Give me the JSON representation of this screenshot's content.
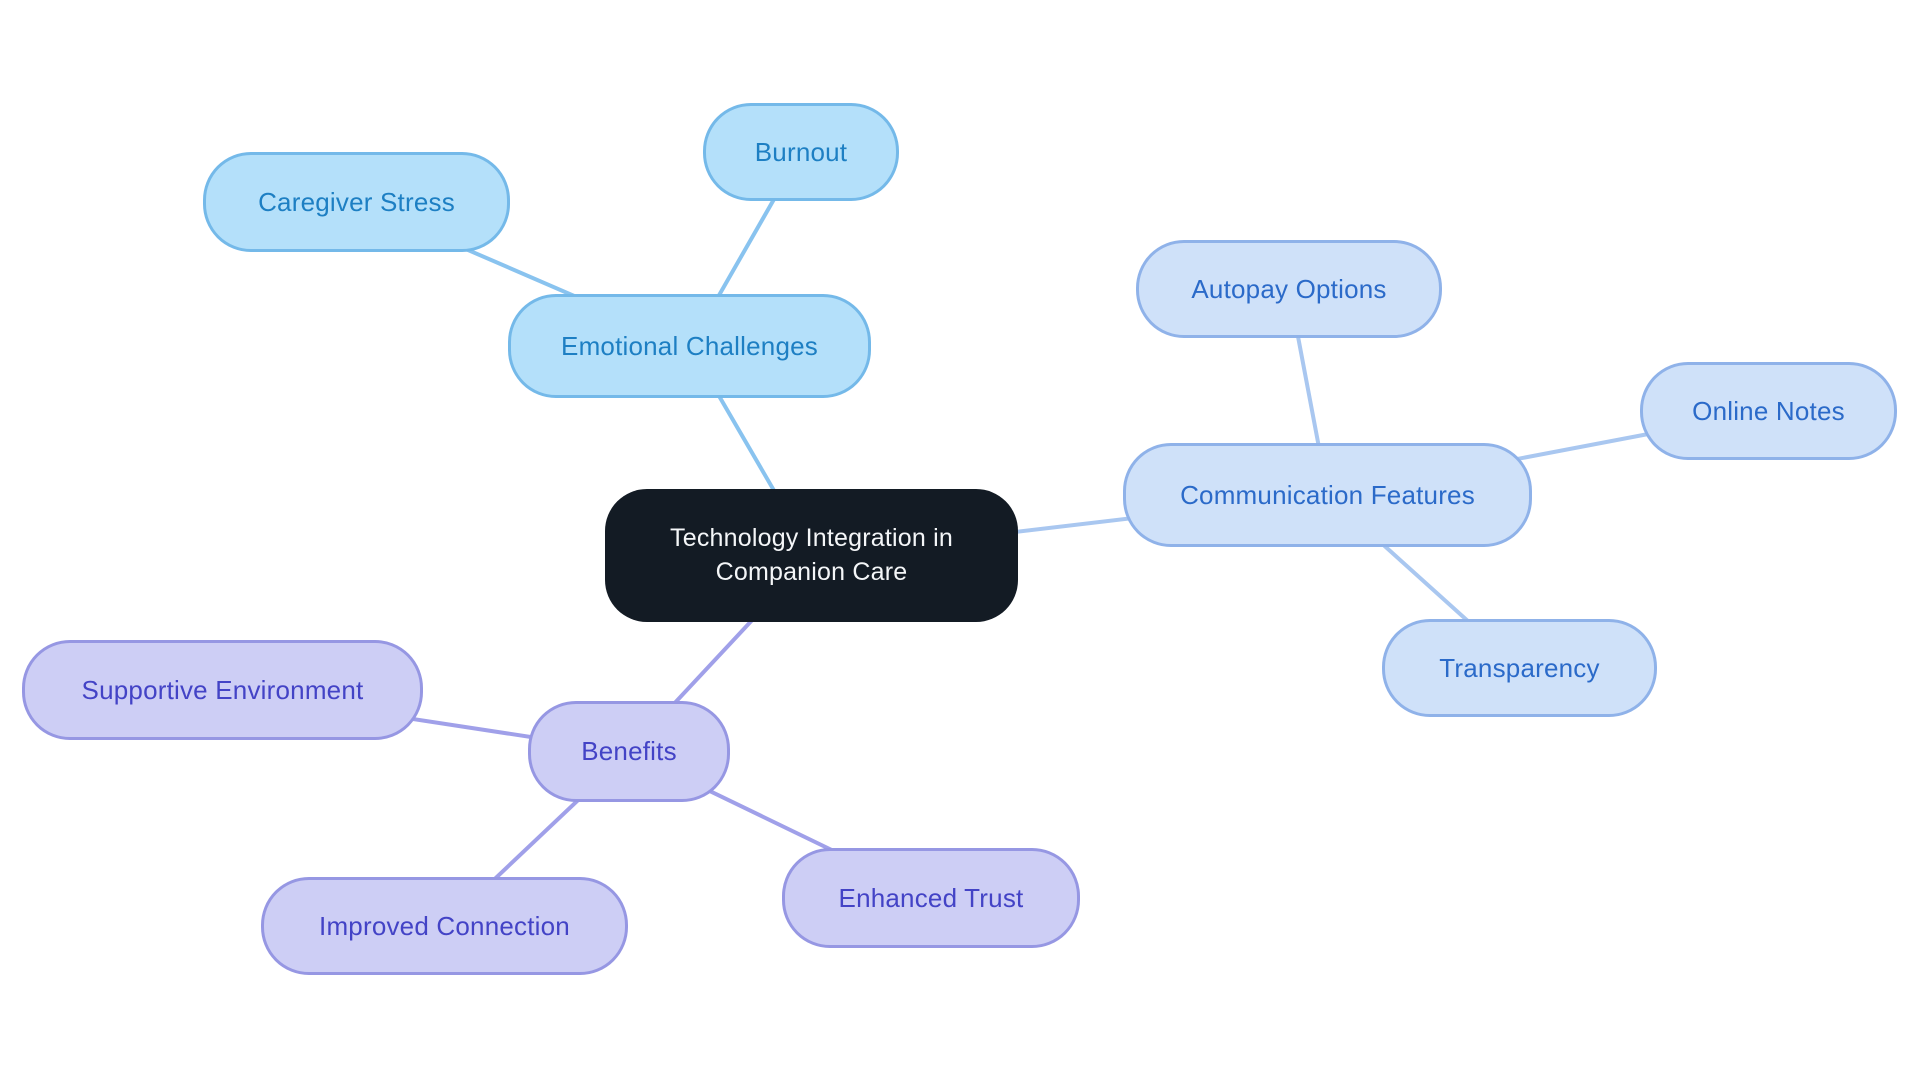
{
  "mindmap": {
    "background_color": "#ffffff",
    "root": {
      "label": "Technology Integration in Companion Care",
      "fill": "#131b24",
      "text_color": "#f4f6f8"
    },
    "branches": [
      {
        "label": "Emotional Challenges",
        "fill": "#b4e0fa",
        "border": "#74b9e9",
        "text_color": "#1d7fc3",
        "edge_color": "#89c3ef",
        "children": [
          {
            "label": "Caregiver Stress"
          },
          {
            "label": "Burnout"
          }
        ]
      },
      {
        "label": "Communication Features",
        "fill": "#cfe1f9",
        "border": "#8fb2e9",
        "text_color": "#2b6ac9",
        "edge_color": "#a9c7f0",
        "children": [
          {
            "label": "Autopay Options"
          },
          {
            "label": "Online Notes"
          },
          {
            "label": "Transparency"
          }
        ]
      },
      {
        "label": "Benefits",
        "fill": "#cdcef5",
        "border": "#9697e3",
        "text_color": "#4343c6",
        "edge_color": "#a0a0e9",
        "children": [
          {
            "label": "Supportive Environment"
          },
          {
            "label": "Improved Connection"
          },
          {
            "label": "Enhanced Trust"
          }
        ]
      }
    ]
  }
}
